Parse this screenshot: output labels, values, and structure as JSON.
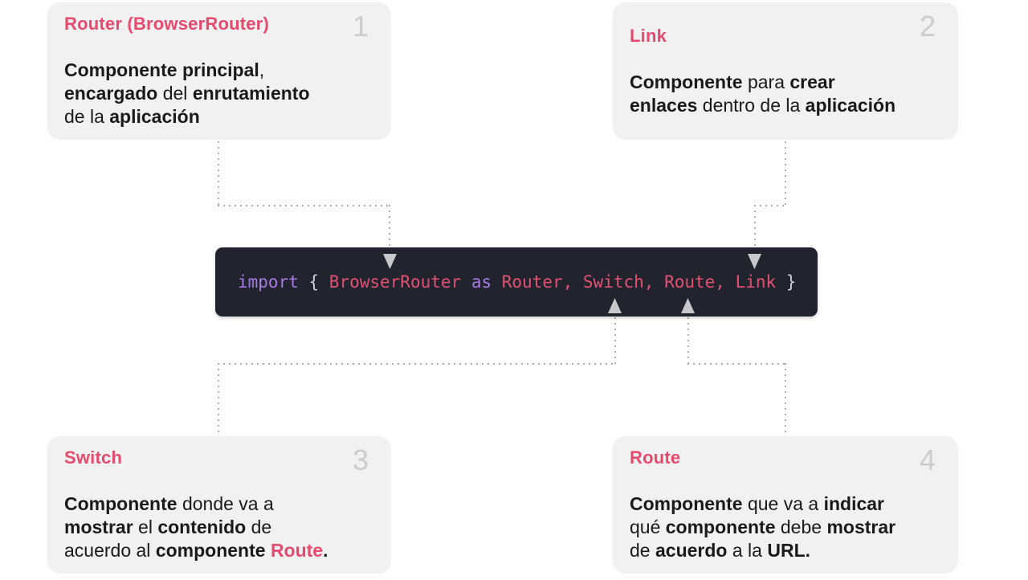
{
  "colors": {
    "accent_pink": "#e84a6e",
    "card_bg": "#f1f1f2",
    "text_dark": "#1a1a1a",
    "number_gray": "#cccccc",
    "code_bg": "#21242e",
    "code_pink": "#e35170",
    "code_purple": "#a97ae3",
    "code_gray": "#ccd0d8",
    "connector": "#b0b0b2",
    "arrow": "#c6c8ca"
  },
  "cards": [
    {
      "number": "1",
      "title": "Router (BrowserRouter)",
      "lines": [
        [
          {
            "text": "Componente principal",
            "bold": true
          },
          {
            "text": ",",
            "bold": false
          }
        ],
        [
          {
            "text": "encargado",
            "bold": true
          },
          {
            "text": " del ",
            "bold": false
          },
          {
            "text": "enrutamiento",
            "bold": true
          }
        ],
        [
          {
            "text": "de la ",
            "bold": false
          },
          {
            "text": "aplicación",
            "bold": true
          }
        ]
      ]
    },
    {
      "number": "2",
      "title": "Link",
      "lines": [
        [
          {
            "text": "Componente",
            "bold": true
          },
          {
            "text": " para ",
            "bold": false
          },
          {
            "text": "crear",
            "bold": true
          }
        ],
        [
          {
            "text": "enlaces",
            "bold": true
          },
          {
            "text": " dentro de la ",
            "bold": false
          },
          {
            "text": "aplicación",
            "bold": true
          }
        ]
      ]
    },
    {
      "number": "3",
      "title": "Switch",
      "lines": [
        [
          {
            "text": "Componente",
            "bold": true
          },
          {
            "text": " donde va a",
            "bold": false
          }
        ],
        [
          {
            "text": "mostrar",
            "bold": true
          },
          {
            "text": " el ",
            "bold": false
          },
          {
            "text": "contenido",
            "bold": true
          },
          {
            "text": " de",
            "bold": false
          }
        ],
        [
          {
            "text": "acuerdo al ",
            "bold": false
          },
          {
            "text": "componente",
            "bold": true
          },
          {
            "text": " ",
            "bold": false
          },
          {
            "text": "Route",
            "bold": true,
            "pink": true
          },
          {
            "text": ".",
            "bold": true
          }
        ]
      ]
    },
    {
      "number": "4",
      "title": "Route",
      "lines": [
        [
          {
            "text": "Componente",
            "bold": true
          },
          {
            "text": " que va a ",
            "bold": false
          },
          {
            "text": "indicar",
            "bold": true
          }
        ],
        [
          {
            "text": "qué ",
            "bold": false
          },
          {
            "text": "componente",
            "bold": true
          },
          {
            "text": " debe ",
            "bold": false
          },
          {
            "text": "mostrar",
            "bold": true
          }
        ],
        [
          {
            "text": "de ",
            "bold": false
          },
          {
            "text": "acuerdo",
            "bold": true
          },
          {
            "text": " a la ",
            "bold": false
          },
          {
            "text": "URL",
            "bold": true
          },
          {
            "text": ".",
            "bold": true
          }
        ]
      ]
    }
  ],
  "code_snippet": {
    "tokens": [
      {
        "text": "import",
        "color": "purple"
      },
      {
        "text": " { ",
        "color": "gray"
      },
      {
        "text": "BrowserRouter",
        "color": "pink"
      },
      {
        "text": " as ",
        "color": "purple"
      },
      {
        "text": "Router",
        "color": "pink"
      },
      {
        "text": ", ",
        "color": "pink"
      },
      {
        "text": "Switch",
        "color": "pink"
      },
      {
        "text": ", ",
        "color": "pink"
      },
      {
        "text": "Route",
        "color": "pink"
      },
      {
        "text": ", ",
        "color": "pink"
      },
      {
        "text": "Link",
        "color": "pink"
      },
      {
        "text": " }",
        "color": "gray"
      }
    ]
  }
}
